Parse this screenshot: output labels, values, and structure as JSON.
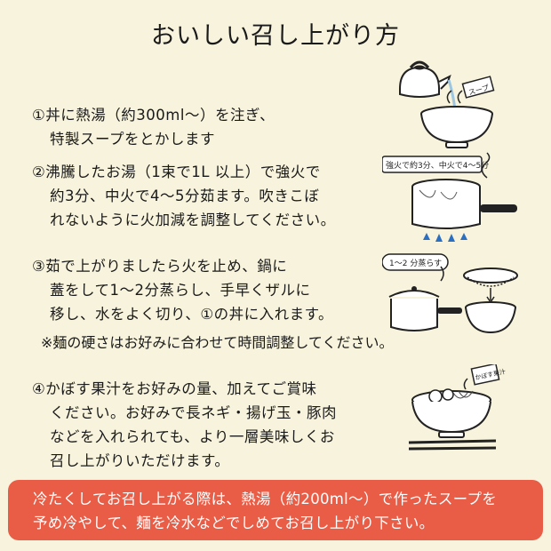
{
  "title": "おいしい召し上がり方",
  "steps": [
    {
      "lines": [
        "①丼に熱湯（約300ml～）を注ぎ、",
        "特製スープをとかします"
      ]
    },
    {
      "lines": [
        "②沸騰したお湯（1束で1L 以上）で強火で",
        "約3分、中火で4～5分茹ます。吹きこぼ",
        "れないように火加減を調整してください。"
      ]
    },
    {
      "lines": [
        "③茹で上がりましたら火を止め、鍋に",
        "蓋をして1～2分蒸らし、手早くザルに",
        "移し、水をよく切り、①の丼に入れます。"
      ]
    },
    {
      "lines": [
        "④かぼす果汁をお好みの量、加えてご賞味",
        "ください。お好みで長ネギ・揚げ玉・豚肉",
        "などを入れられても、より一層美味しくお",
        "召し上がりいただけます。"
      ]
    }
  ],
  "note": "※麺の硬さはお好みに合わせて時間調整してください。",
  "illustrations": {
    "soup_packet_label": "スープ",
    "boil_label": "強火で約3分、中火で4～5分",
    "steam_label": "1～2 分蒸らす",
    "kabosu_label": "かぼす果汁"
  },
  "banner": {
    "lines": [
      "冷たくしてお召し上がる際は、熱湯（約200ml～）で作ったスープを",
      "予め冷やして、麺を冷水などでしめてお召し上がり下さい。"
    ],
    "color": "#e95d47"
  }
}
